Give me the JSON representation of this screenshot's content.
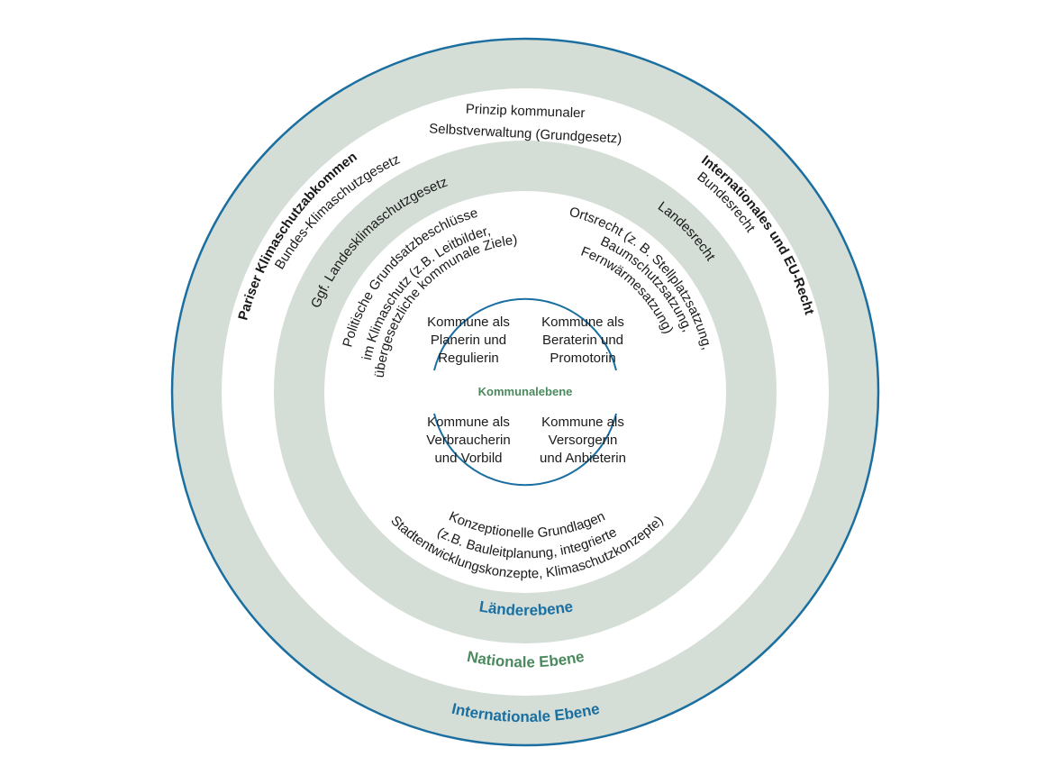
{
  "colors": {
    "ring_fill": "#d4ddd6",
    "outer_stroke": "#1b6fa0",
    "inner_circle_stroke": "#1b6fa0",
    "blue_text": "#1b6fa0",
    "green_text": "#4b8a5e"
  },
  "levels": {
    "international": "Internationale Ebene",
    "national": "Nationale Ebene",
    "laender": "Länderebene",
    "kommunal": "Kommunalebene"
  },
  "ring_labels": {
    "international_left": "Pariser Klimaschutzabkommen",
    "international_right": "Internationales und EU-Recht",
    "national_left": "Bundes-Klimaschutzgesetz",
    "national_top_line1": "Prinzip kommunaler",
    "national_top_line2": "Selbstverwaltung (Grundgesetz)",
    "national_right": "Bundesrecht",
    "laender_left": "Ggf. Landesklimaschutzgesetz",
    "laender_right": "Landesrecht"
  },
  "inner_labels": {
    "politisch_line1": "Politische Grundsatzbeschlüsse",
    "politisch_line2": "im Klimaschutz (z.B. Leitbilder,",
    "politisch_line3": "übergesetzliche kommunale Ziele)",
    "ortsrecht_line1": "Ortsrecht (z. B. Stellplatzsatzung,",
    "ortsrecht_line2": "Baumschutzsatzung,",
    "ortsrecht_line3": "Fernwärmesatzung)",
    "konzept_line1": "Konzeptionelle Grundlagen",
    "konzept_line2": "(z.B. Bauleitplanung, integrierte",
    "konzept_line3": "Stadtentwicklungskonzepte, Klimaschutzkonzepte)"
  },
  "roles": {
    "planerin": [
      "Kommune als",
      "Planerin und",
      "Regulierin"
    ],
    "beraterin": [
      "Kommune als",
      "Beraterin und",
      "Promotorin"
    ],
    "verbraucherin": [
      "Kommune als",
      "Verbraucherin",
      "und Vorbild"
    ],
    "versorgerin": [
      "Kommune als",
      "Versorgerin",
      "und Anbieterin"
    ]
  }
}
